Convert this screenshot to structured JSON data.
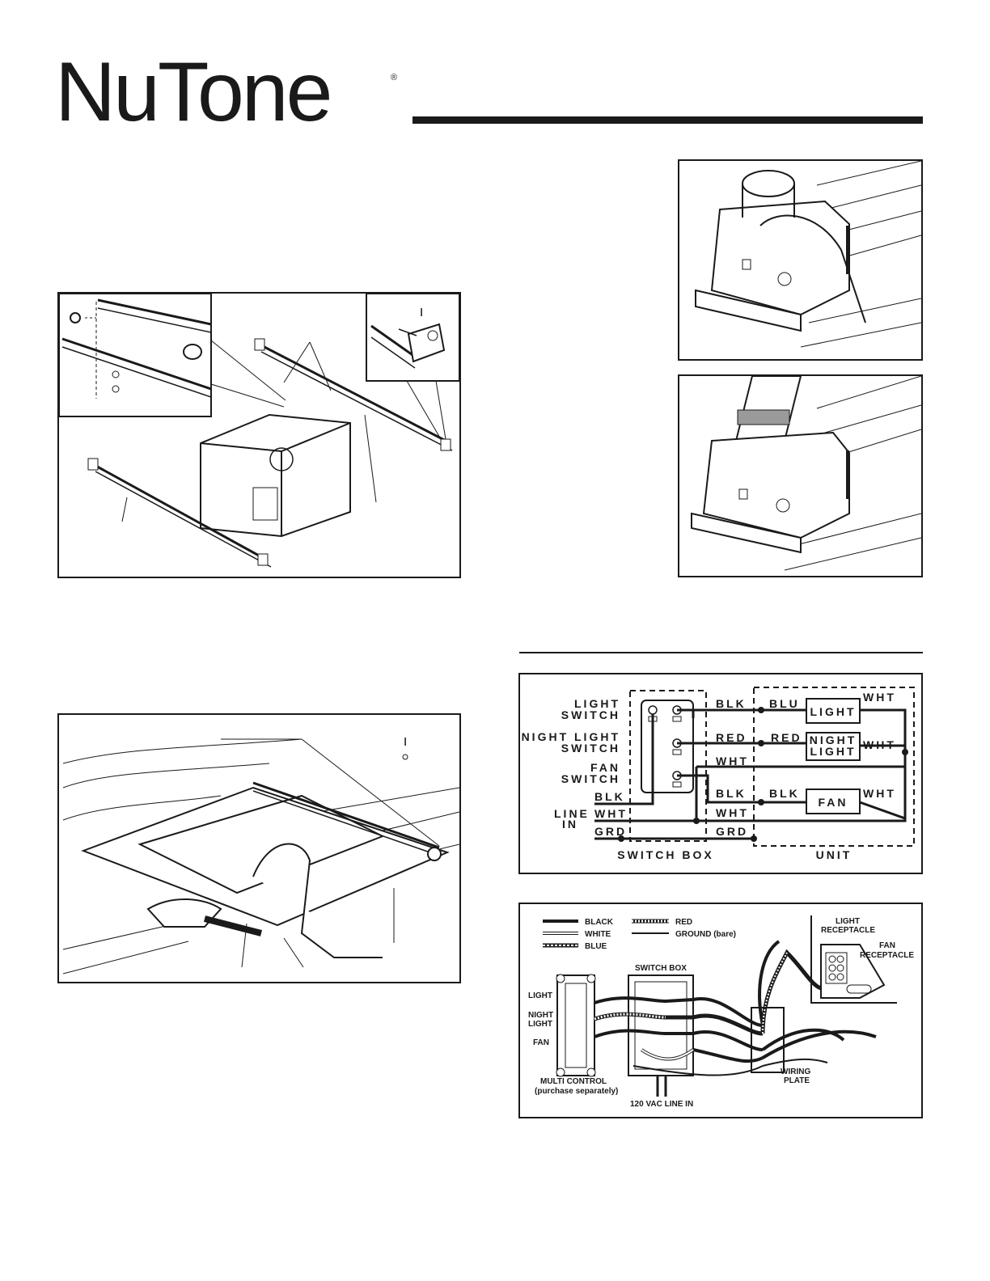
{
  "brand": {
    "name": "NuTone",
    "registered": "®"
  },
  "fig1": {
    "callout_inset": "I"
  },
  "fig_bottom_left": {
    "callout": "I"
  },
  "schematic": {
    "left_labels": [
      "LIGHT",
      "SWITCH",
      "NIGHT LIGHT",
      "SWITCH",
      "FAN",
      "SWITCH",
      "BLK",
      "LINE",
      "IN",
      "WHT",
      "GRD"
    ],
    "mid_labels": [
      "BLK",
      "RED",
      "WHT",
      "BLK",
      "WHT",
      "GRD"
    ],
    "unit_labels": [
      "BLU",
      "RED",
      "BLK"
    ],
    "right_labels": [
      "WHT",
      "WHT",
      "WHT"
    ],
    "boxes": [
      "LIGHT",
      "NIGHT",
      "LIGHT",
      "FAN"
    ],
    "footer": [
      "SWITCH BOX",
      "UNIT"
    ]
  },
  "wiring": {
    "legend": [
      "BLACK",
      "WHITE",
      "BLUE",
      "RED",
      "GROUND (bare)"
    ],
    "labels": {
      "light_receptacle_1": "LIGHT",
      "light_receptacle_2": "RECEPTACLE",
      "fan_receptacle_1": "FAN",
      "fan_receptacle_2": "RECEPTACLE",
      "switch_box": "SWITCH BOX",
      "light": "LIGHT",
      "night_light_1": "NIGHT",
      "night_light_2": "LIGHT",
      "fan": "FAN",
      "multi_control_1": "MULTI CONTROL",
      "multi_control_2": "(purchase separately)",
      "line_in": "120 VAC LINE IN",
      "wiring_plate_1": "WIRING",
      "wiring_plate_2": "PLATE"
    }
  }
}
